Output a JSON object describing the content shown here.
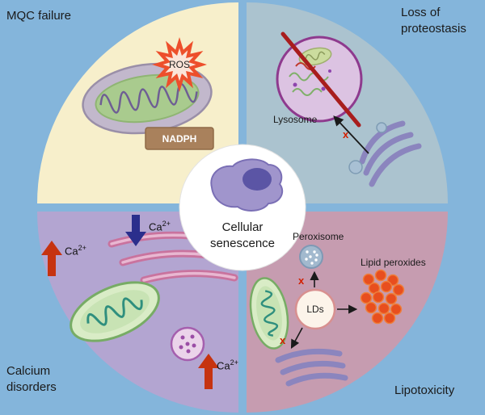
{
  "colors": {
    "background": "#84B5DB",
    "quadrant_mqc": "#F7EFCB",
    "quadrant_proteostasis": "#ABC3CF",
    "quadrant_calcium": "#B3A5D1",
    "quadrant_lipotoxicity": "#C69CB0",
    "ca_up_arrow": "#C63310",
    "ca_down_arrow": "#2B2E8C",
    "block_line": "#A81D1D"
  },
  "center": {
    "title_line1": "Cellular",
    "title_line2": "senescence"
  },
  "quadrants": {
    "mqc": {
      "title": "MQC failure",
      "ros": "ROS",
      "nadph": "NADPH"
    },
    "proteostasis": {
      "title_line1": "Loss of",
      "title_line2": "proteostasis",
      "lysosome": "Lysosome",
      "block_x": "x"
    },
    "calcium": {
      "title_line1": "Calcium",
      "title_line2": "disorders",
      "ca_increase_left": {
        "base": "Ca",
        "sup": "2+"
      },
      "ca_decrease": {
        "base": "Ca",
        "sup": "2+"
      },
      "ca_increase_right": {
        "base": "Ca",
        "sup": "2+"
      }
    },
    "lipotoxicity": {
      "title": "Lipotoxicity",
      "peroxisome": "Peroxisome",
      "lds": "LDs",
      "lipid_peroxides": "Lipid peroxides",
      "block_x_up": "x",
      "block_x_down": "x"
    }
  }
}
